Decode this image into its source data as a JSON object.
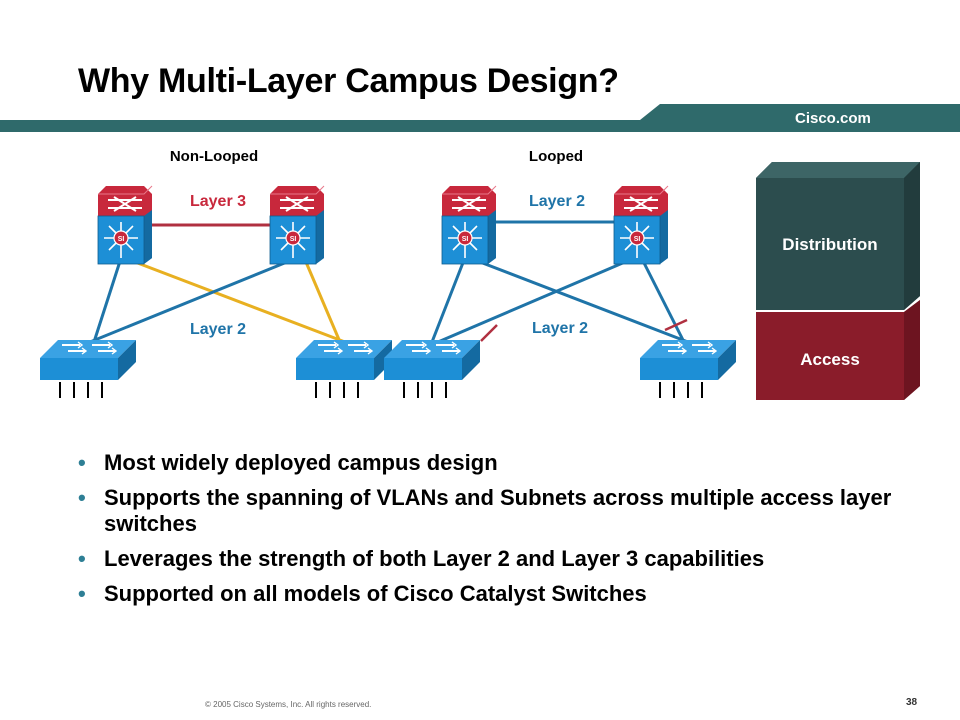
{
  "slide": {
    "title": "Why Multi-Layer Campus Design?",
    "brand": "Cisco.com",
    "copyright": "© 2005 Cisco Systems, Inc. All rights reserved.",
    "page_number": "38"
  },
  "diagram": {
    "non_looped": {
      "label": "Non-Looped",
      "core_link_label": "Layer 3",
      "access_link_label": "Layer 2"
    },
    "looped": {
      "label": "Looped",
      "core_link_label": "Layer 2",
      "access_link_label": "Layer 2"
    },
    "legend": {
      "distribution_label": "Distribution",
      "access_label": "Access"
    },
    "switch_badge": "SI",
    "colors": {
      "teal": "#2f6a6b",
      "distribution": "#2c4d4e",
      "access": "#8a1c2a",
      "layer3_link": "#b03040",
      "yellow_link": "#e8b021",
      "blue_link": "#1f74a8",
      "switch_blue": "#1d8fd6",
      "router_red": "#c8283c"
    }
  },
  "bullets": [
    "Most widely deployed campus design",
    "Supports the spanning of VLANs and Subnets across multiple access layer switches",
    "Leverages the strength of both Layer 2 and Layer 3 capabilities",
    "Supported on all models of Cisco Catalyst Switches"
  ]
}
